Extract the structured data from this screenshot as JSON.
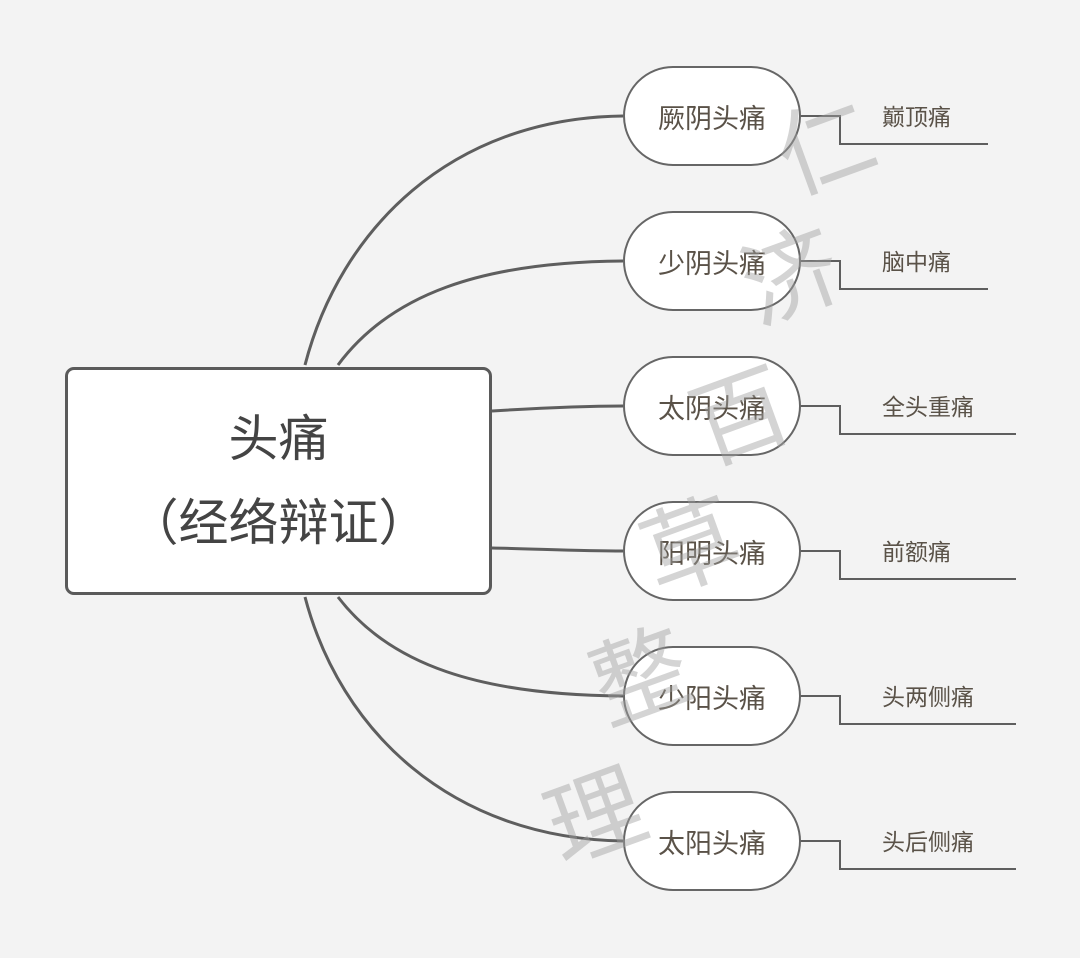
{
  "root": {
    "title": "头痛",
    "subtitle": "（经络辩证）"
  },
  "branches": [
    {
      "label": "厥阴头痛",
      "detail": "巅顶痛"
    },
    {
      "label": "少阴头痛",
      "detail": "脑中痛"
    },
    {
      "label": "太阴头痛",
      "detail": "全头重痛"
    },
    {
      "label": "阳明头痛",
      "detail": "前额痛"
    },
    {
      "label": "少阳头痛",
      "detail": "头两侧痛"
    },
    {
      "label": "太阳头痛",
      "detail": "头后侧痛"
    }
  ],
  "watermark": [
    "仁",
    "济",
    "百",
    "草",
    "整",
    "理"
  ]
}
